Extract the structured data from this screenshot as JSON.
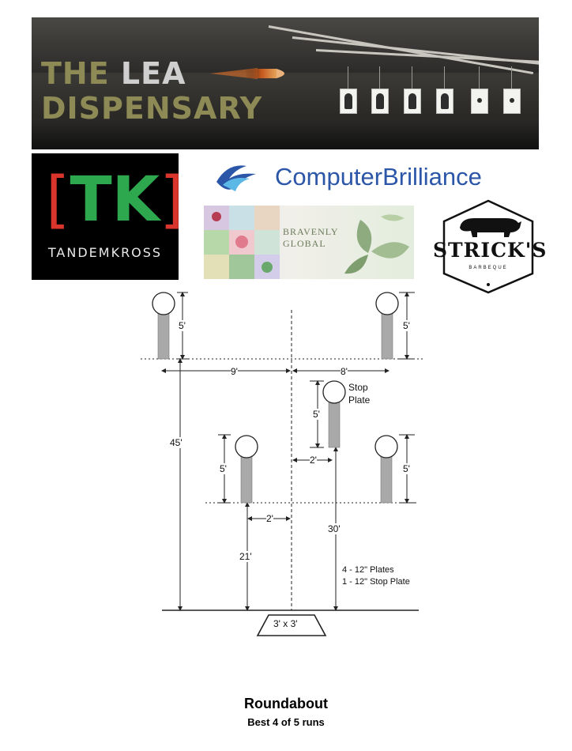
{
  "banner": {
    "line1_a": "THE ",
    "line1_b": "LEA",
    "line2": "DISPENSARY"
  },
  "sponsors": {
    "tk": {
      "left": "[",
      "t": "T",
      "k": "K",
      "right": "]",
      "name": "TANDEMKROSS"
    },
    "cb": {
      "name": "ComputerBrilliance"
    },
    "bg": {
      "line1": "BRAVENLY",
      "line2": "GLOBAL"
    },
    "strick": {
      "name": "STRICK'S",
      "sub": "BARBEQUE"
    }
  },
  "diagram": {
    "labels": {
      "top_left_height": "5'",
      "top_right_height": "5'",
      "left_offset": "9'",
      "right_offset": "8'",
      "stop_plate": "Stop",
      "stop_plate2": "Plate",
      "stop_height": "5'",
      "stop_offset": "2'",
      "total_depth": "45'",
      "mid_left_height": "5'",
      "mid_right_height": "5'",
      "mid_left_offset": "2'",
      "mid_depth": "21'",
      "stop_depth": "30'",
      "plates_note1": "4 - 12\" Plates",
      "plates_note2": "1 - 12\" Stop Plate",
      "box": "3' x 3'"
    },
    "colors": {
      "post": "#a9a9a9",
      "line": "#222222"
    }
  },
  "caption": {
    "title": "Roundabout",
    "subtitle": "Best 4 of 5 runs"
  }
}
